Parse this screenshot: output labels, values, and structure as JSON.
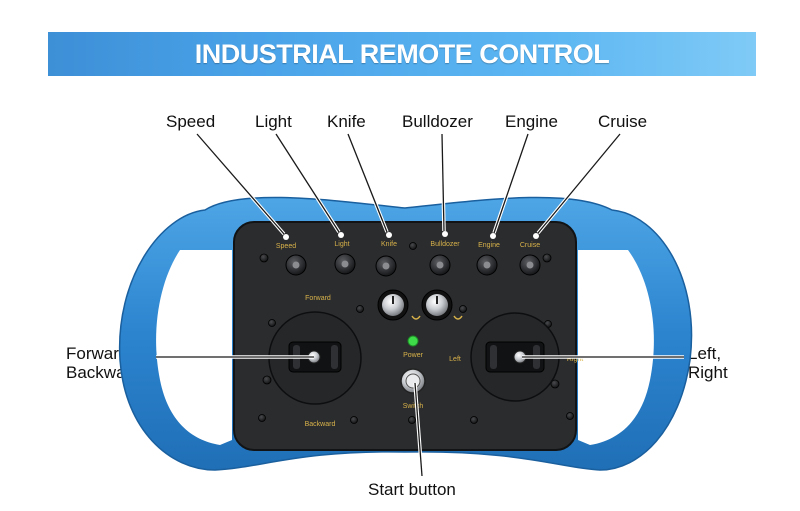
{
  "title": "INDUSTRIAL REMOTE CONTROL",
  "callouts": {
    "speed": "Speed",
    "light": "Light",
    "knife": "Knife",
    "bulldozer": "Bulldozer",
    "engine": "Engine",
    "cruise": "Cruise",
    "forward_backward_1": "Forward,",
    "forward_backward_2": "Backward",
    "left_right_1": "Left,",
    "left_right_2": "Right",
    "start_button": "Start button"
  },
  "panel_labels": {
    "speed": "Speed",
    "light": "Light",
    "knife": "Knife",
    "bulldozer": "Bulldozer",
    "engine": "Engine",
    "cruise": "Cruise",
    "forward": "Forward",
    "backward": "Backward",
    "power": "Power",
    "left": "Left",
    "right": "Right",
    "switch": "Switch"
  },
  "colors": {
    "banner": "#4aa3e8",
    "shell": "#2f86d0",
    "panel": "#2b2c2e",
    "panel_text": "#d8b24a",
    "power_led": "#3fdc4a"
  }
}
